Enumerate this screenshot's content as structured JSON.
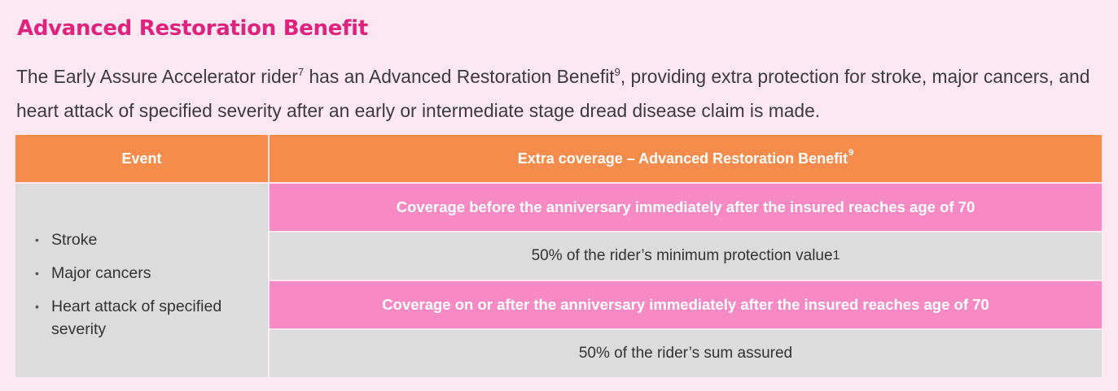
{
  "heading": "Advanced Restoration Benefit",
  "intro": {
    "part1": "The Early Assure Accelerator rider",
    "sup1": "7",
    "part2": " has an Advanced Restoration Benefit",
    "sup2": "9",
    "part3": ", providing extra protection for stroke, major cancers, and heart attack of specified severity after an early or intermediate stage dread disease claim is made."
  },
  "table": {
    "header_event": "Event",
    "header_coverage": "Extra coverage – Advanced Restoration Benefit",
    "header_coverage_sup": "9",
    "events": [
      "Stroke",
      "Major cancers",
      "Heart attack of specified severity"
    ],
    "before_70_label": "Coverage before the anniversary immediately after the insured reaches age of 70",
    "before_70_value": "50% of the rider’s minimum protection value",
    "before_70_value_sup": "1",
    "after_70_label": "Coverage on or after the anniversary immediately after the insured reaches age of 70",
    "after_70_value": "50% of the rider’s sum assured"
  },
  "colors": {
    "heading": "#e0227e",
    "header_orange": "#f68c4c",
    "label_pink": "#f78ac4",
    "cell_grey": "#dcdcdc",
    "background": "#fde8f2"
  }
}
